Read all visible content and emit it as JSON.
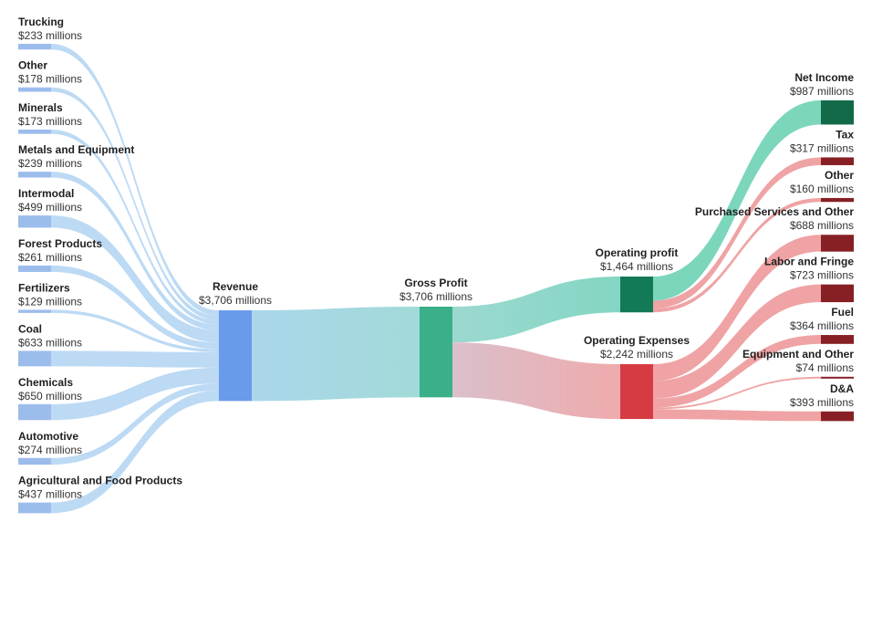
{
  "chart_data": {
    "type": "sankey",
    "unit_prefix": "$",
    "unit_suffix": " millions",
    "nodes": [
      {
        "id": "trucking",
        "name": "Trucking",
        "value": 233,
        "column": 0,
        "color": "#9cbcec"
      },
      {
        "id": "other_rev",
        "name": "Other",
        "value": 178,
        "column": 0,
        "color": "#9cbcec"
      },
      {
        "id": "minerals",
        "name": "Minerals",
        "value": 173,
        "column": 0,
        "color": "#9cbcec"
      },
      {
        "id": "metals",
        "name": "Metals and Equipment",
        "value": 239,
        "column": 0,
        "color": "#9cbcec"
      },
      {
        "id": "intermodal",
        "name": "Intermodal",
        "value": 499,
        "column": 0,
        "color": "#9cbcec"
      },
      {
        "id": "forest",
        "name": "Forest Products",
        "value": 261,
        "column": 0,
        "color": "#9cbcec"
      },
      {
        "id": "fertilizers",
        "name": "Fertilizers",
        "value": 129,
        "column": 0,
        "color": "#9cbcec"
      },
      {
        "id": "coal",
        "name": "Coal",
        "value": 633,
        "column": 0,
        "color": "#9cbcec"
      },
      {
        "id": "chemicals",
        "name": "Chemicals",
        "value": 650,
        "column": 0,
        "color": "#9cbcec"
      },
      {
        "id": "automotive",
        "name": "Automotive",
        "value": 274,
        "column": 0,
        "color": "#9cbcec"
      },
      {
        "id": "agri",
        "name": "Agricultural and Food Products",
        "value": 437,
        "column": 0,
        "color": "#9cbcec"
      },
      {
        "id": "revenue",
        "name": "Revenue",
        "value": 3706,
        "column": 1,
        "color": "#6a9aea"
      },
      {
        "id": "gross",
        "name": "Gross Profit",
        "value": 3706,
        "column": 2,
        "color": "#3aaf8a"
      },
      {
        "id": "opprofit",
        "name": "Operating profit",
        "value": 1464,
        "column": 3,
        "color": "#127a57"
      },
      {
        "id": "opex",
        "name": "Operating Expenses",
        "value": 2242,
        "column": 3,
        "color": "#d63b43"
      },
      {
        "id": "netincome",
        "name": "Net Income",
        "value": 987,
        "column": 4,
        "color": "#126a48"
      },
      {
        "id": "tax",
        "name": "Tax",
        "value": 317,
        "column": 4,
        "color": "#862024"
      },
      {
        "id": "other_exp",
        "name": "Other",
        "value": 160,
        "column": 4,
        "color": "#862024"
      },
      {
        "id": "purchased",
        "name": "Purchased Services and Other",
        "value": 688,
        "column": 4,
        "color": "#862024"
      },
      {
        "id": "labor",
        "name": "Labor and Fringe",
        "value": 723,
        "column": 4,
        "color": "#862024"
      },
      {
        "id": "fuel",
        "name": "Fuel",
        "value": 364,
        "column": 4,
        "color": "#862024"
      },
      {
        "id": "equipment",
        "name": "Equipment and Other",
        "value": 74,
        "column": 4,
        "color": "#862024"
      },
      {
        "id": "da",
        "name": "D&A",
        "value": 393,
        "column": 4,
        "color": "#862024"
      }
    ],
    "links": [
      {
        "source": "trucking",
        "target": "revenue",
        "value": 233
      },
      {
        "source": "other_rev",
        "target": "revenue",
        "value": 178
      },
      {
        "source": "minerals",
        "target": "revenue",
        "value": 173
      },
      {
        "source": "metals",
        "target": "revenue",
        "value": 239
      },
      {
        "source": "intermodal",
        "target": "revenue",
        "value": 499
      },
      {
        "source": "forest",
        "target": "revenue",
        "value": 261
      },
      {
        "source": "fertilizers",
        "target": "revenue",
        "value": 129
      },
      {
        "source": "coal",
        "target": "revenue",
        "value": 633
      },
      {
        "source": "chemicals",
        "target": "revenue",
        "value": 650
      },
      {
        "source": "automotive",
        "target": "revenue",
        "value": 274
      },
      {
        "source": "agri",
        "target": "revenue",
        "value": 437
      },
      {
        "source": "revenue",
        "target": "gross",
        "value": 3706
      },
      {
        "source": "gross",
        "target": "opprofit",
        "value": 1464
      },
      {
        "source": "gross",
        "target": "opex",
        "value": 2242
      },
      {
        "source": "opprofit",
        "target": "netincome",
        "value": 987
      },
      {
        "source": "opprofit",
        "target": "tax",
        "value": 317
      },
      {
        "source": "opprofit",
        "target": "other_exp",
        "value": 160
      },
      {
        "source": "opex",
        "target": "purchased",
        "value": 688
      },
      {
        "source": "opex",
        "target": "labor",
        "value": 723
      },
      {
        "source": "opex",
        "target": "fuel",
        "value": 364
      },
      {
        "source": "opex",
        "target": "equipment",
        "value": 74
      },
      {
        "source": "opex",
        "target": "da",
        "value": 393
      }
    ],
    "link_colors": {
      "revenue_in": "#b9d8f3",
      "revenue_to_gross": "#a0d7e0",
      "to_profit": "#80d3c0",
      "to_opex": "#e6aab2",
      "profit_out_income": "#74d4b8",
      "expense_out": "#ee9e9f"
    }
  }
}
